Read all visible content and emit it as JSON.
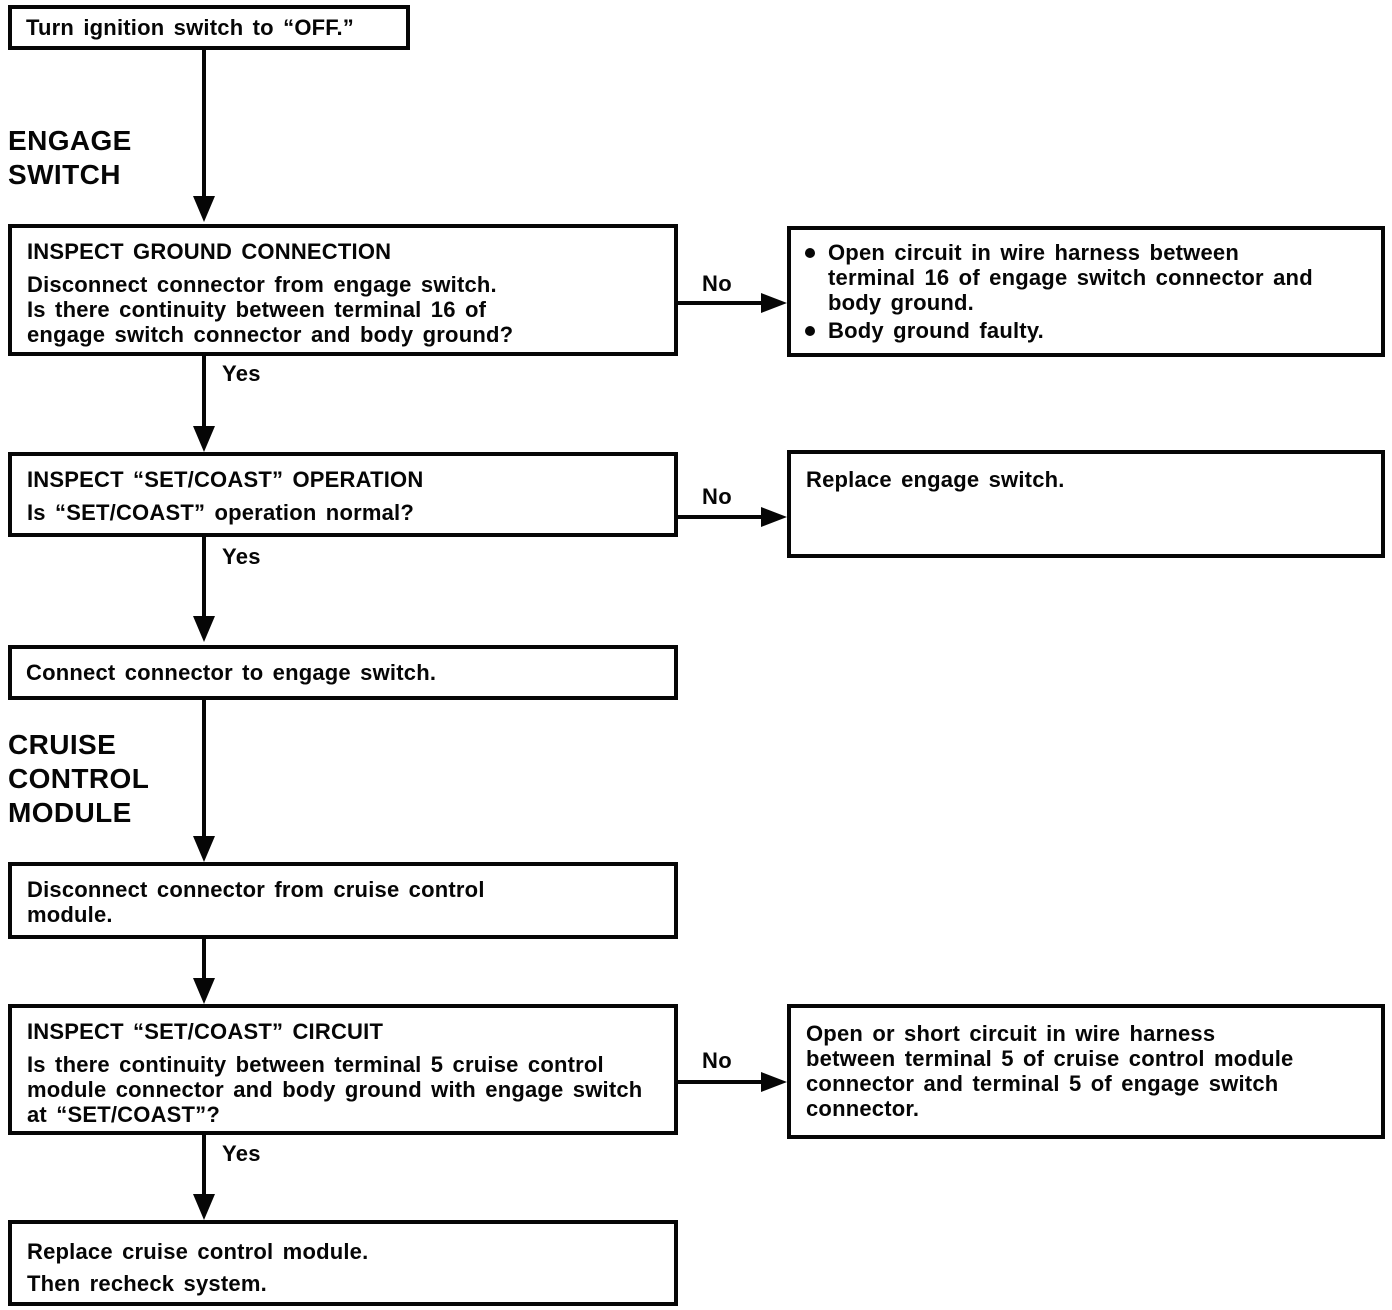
{
  "colors": {
    "ink": "#060606",
    "paper": "#ffffff"
  },
  "labels": {
    "yes": "Yes",
    "no": "No"
  },
  "section_headers": {
    "engage_switch": "ENGAGE\nSWITCH",
    "cruise_control_module": "CRUISE\nCONTROL\nMODULE"
  },
  "nodes": {
    "start": {
      "text": "Turn ignition switch to “OFF.”"
    },
    "inspect_ground_connection": {
      "title": "INSPECT GROUND CONNECTION",
      "body": "Disconnect connector from engage switch.\nIs there continuity between terminal 16 of\nengage switch connector and body ground?"
    },
    "ground_connection_fail": {
      "items": [
        "Open circuit in wire harness between\nterminal 16 of engage switch connector and\nbody ground.",
        "Body ground faulty."
      ]
    },
    "inspect_set_coast_operation": {
      "title": "INSPECT “SET/COAST” OPERATION",
      "body": "Is “SET/COAST” operation normal?"
    },
    "replace_engage_switch": {
      "text": "Replace engage switch."
    },
    "connect_connector": {
      "text": "Connect connector to engage switch."
    },
    "disconnect_cruise_module": {
      "text": "Disconnect connector from cruise control\nmodule."
    },
    "inspect_set_coast_circuit": {
      "title": "INSPECT “SET/COAST” CIRCUIT",
      "body": "Is there continuity between terminal 5 cruise control\nmodule connector and body ground with engage switch\nat “SET/COAST”?"
    },
    "set_coast_circuit_fail": {
      "text": "Open or short circuit in wire harness\nbetween terminal 5 of cruise control module\nconnector and terminal 5 of engage switch\nconnector."
    },
    "replace_cruise_module": {
      "text": "Replace cruise control module.\nThen recheck system."
    }
  }
}
